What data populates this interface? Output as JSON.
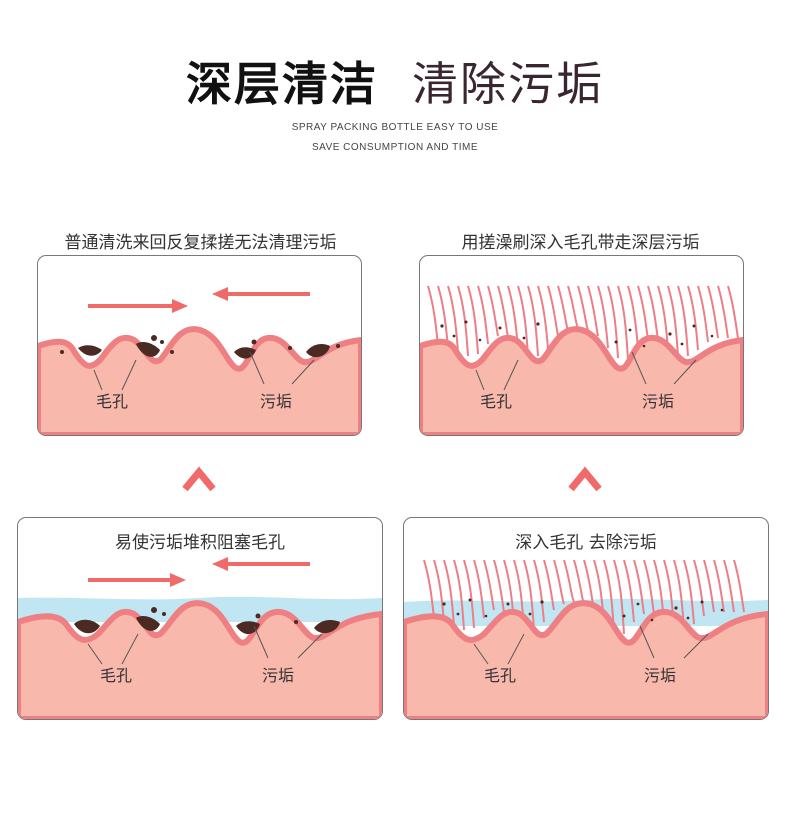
{
  "header": {
    "title_main": "深层清洁",
    "title_sub": "清除污垢",
    "tagline_1": "SPRAY PACKING BOTTLE EASY TO USE",
    "tagline_2": "SAVE CONSUMPTION AND TIME"
  },
  "panels": {
    "top_left": {
      "caption": "普通清洗来回反复揉搓无法清理污垢",
      "pore_label": "毛孔",
      "dirt_label": "污垢"
    },
    "top_right": {
      "caption": "用搓澡刷深入毛孔带走深层污垢",
      "pore_label": "毛孔",
      "dirt_label": "污垢"
    },
    "bottom_left": {
      "caption": "易使污垢堆积阻塞毛孔",
      "pore_label": "毛孔",
      "dirt_label": "污垢"
    },
    "bottom_right": {
      "caption": "深入毛孔 去除污垢",
      "pore_label": "毛孔",
      "dirt_label": "污垢"
    }
  },
  "colors": {
    "skin": "#f9b8ac",
    "skin_edge": "#ee7f82",
    "arrow": "#f06a6a",
    "dirt": "#4a2a22",
    "water": "#bfe6f2",
    "bristle": "#ee7d85"
  }
}
